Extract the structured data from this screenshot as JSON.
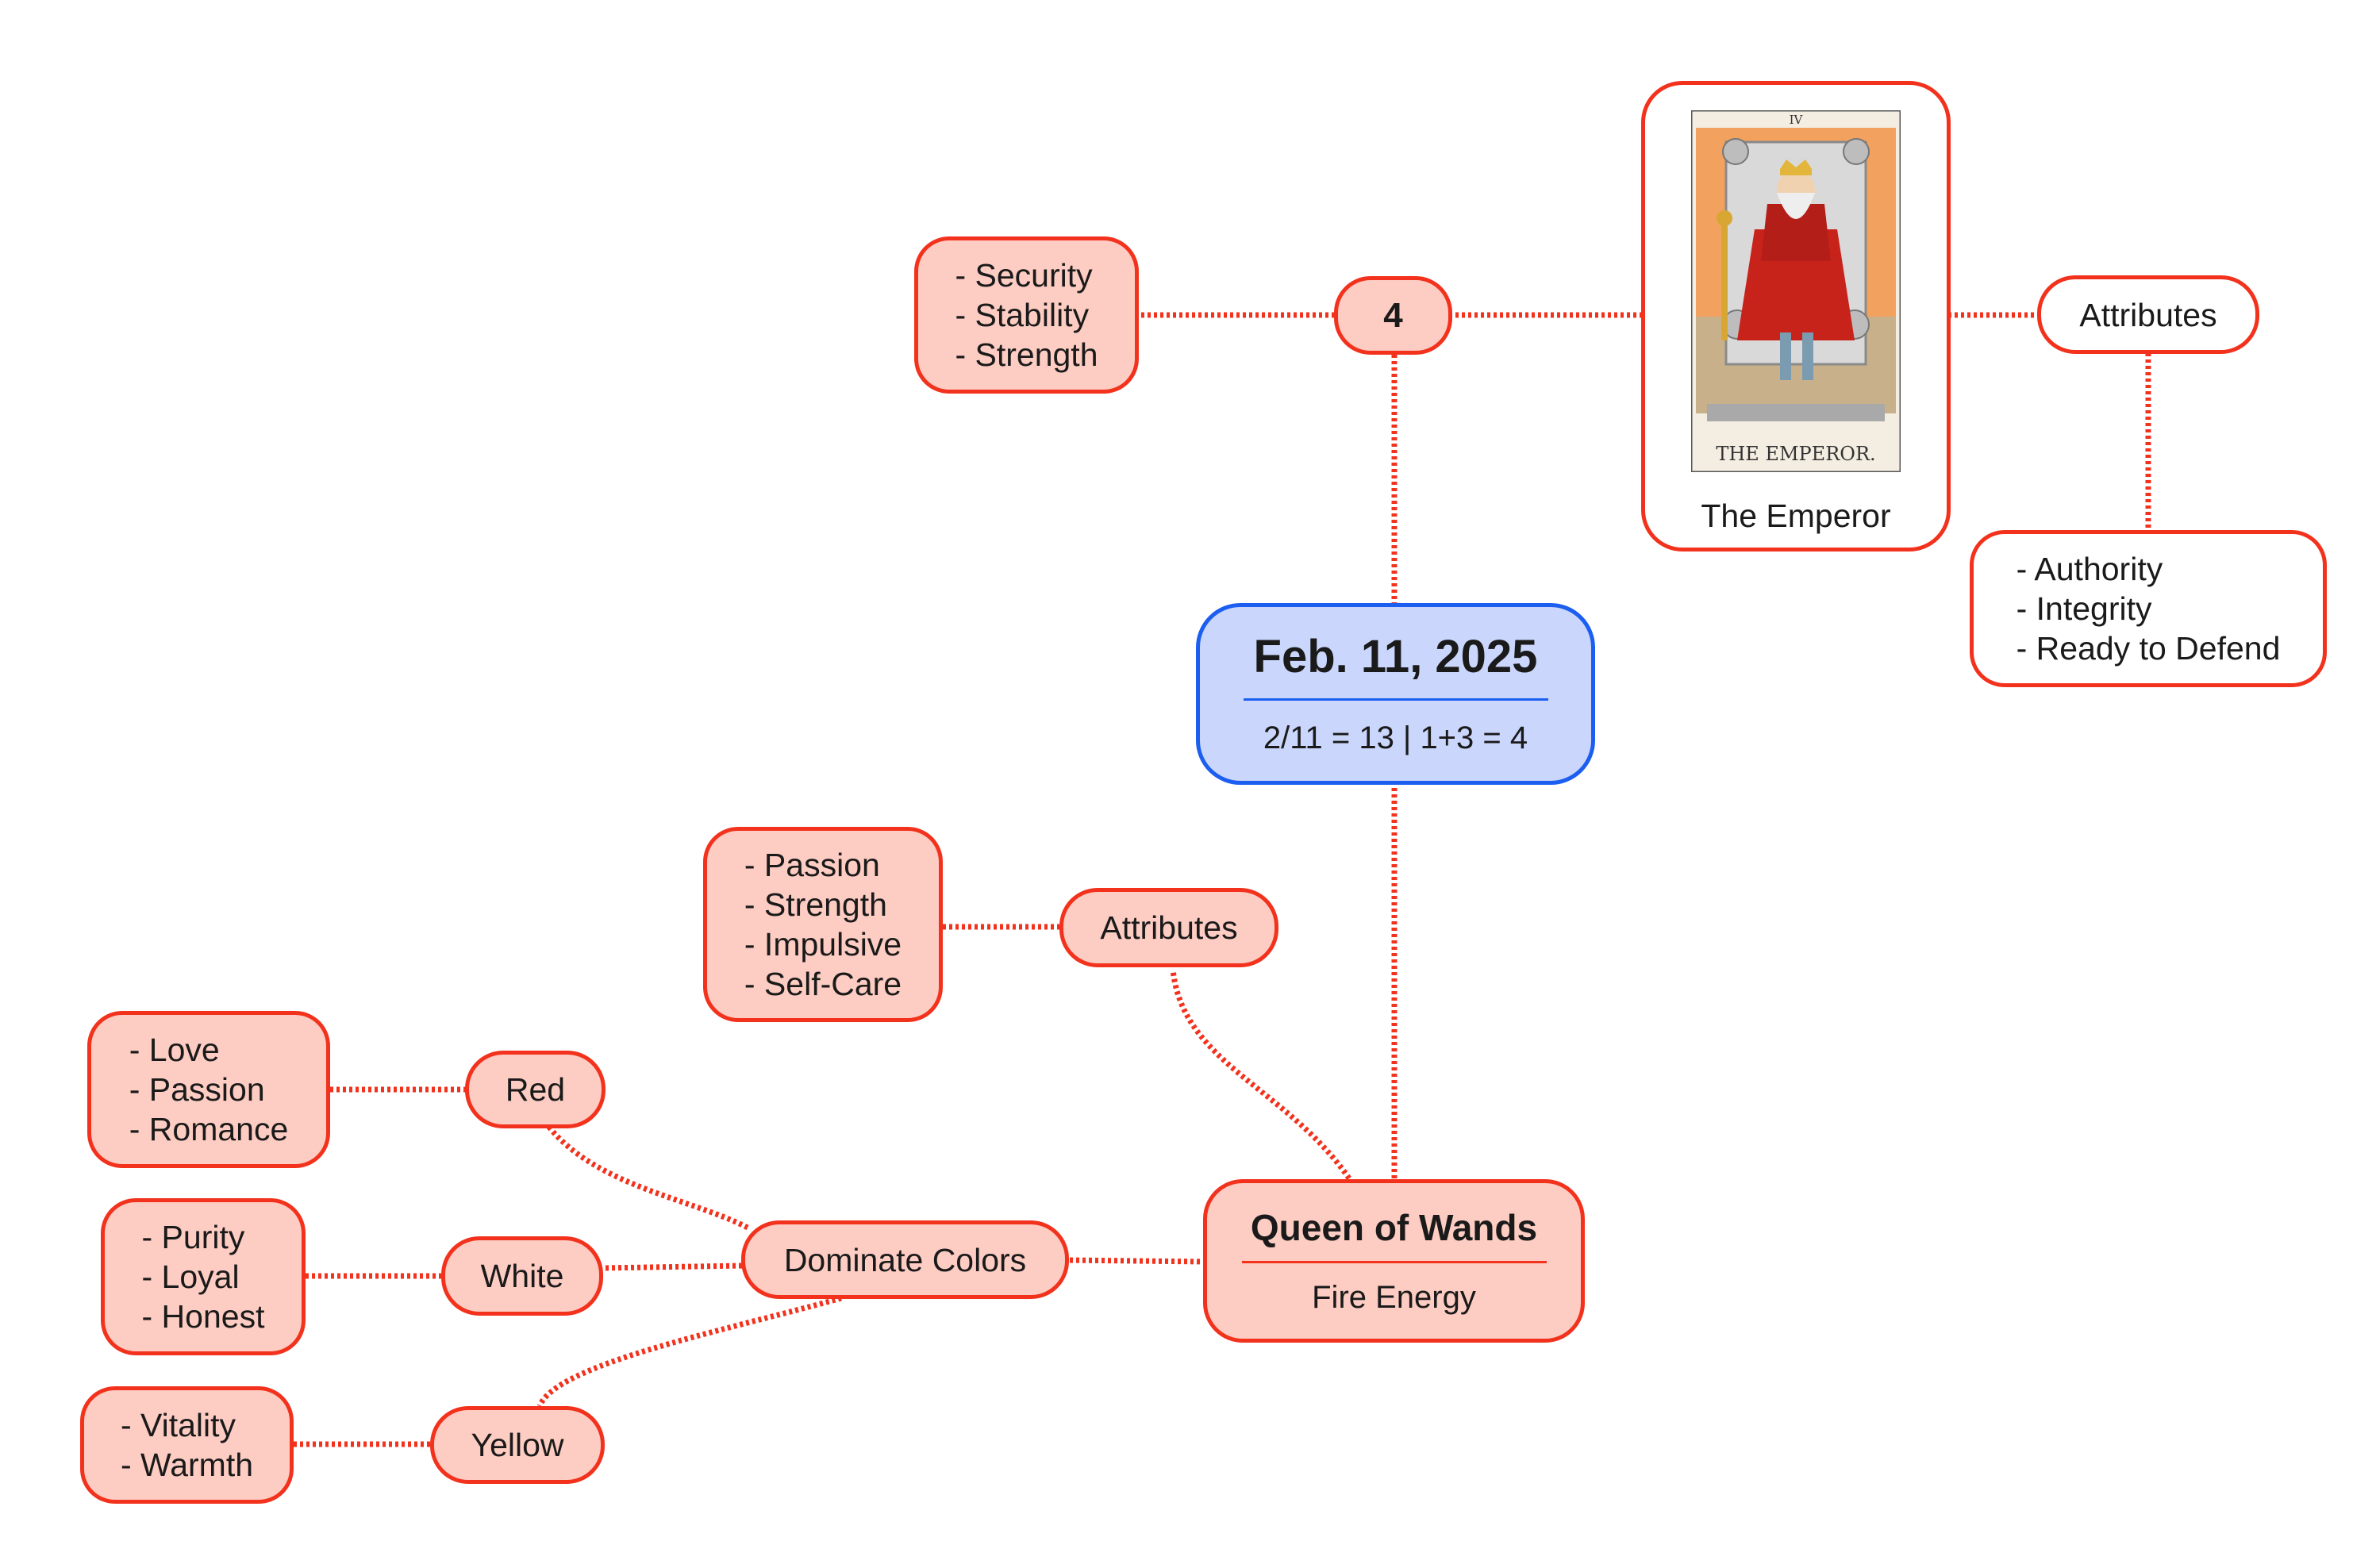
{
  "center": {
    "title": "Feb. 11, 2025",
    "subtitle": "2/11 = 13 | 1+3 = 4"
  },
  "number_node": {
    "label": "4"
  },
  "number_traits": {
    "text": "- Security\n- Stability\n- Strength"
  },
  "emperor_card": {
    "caption": "The Emperor",
    "numeral": "IV",
    "card_name": "THE EMPEROR."
  },
  "emperor_attributes": {
    "label": "Attributes",
    "text": "- Authority\n- Integrity\n- Ready to Defend"
  },
  "queen": {
    "title": "Queen of Wands",
    "subtitle": "Fire Energy"
  },
  "queen_attributes": {
    "label": "Attributes",
    "text": "- Passion\n- Strength\n- Impulsive\n- Self-Care"
  },
  "dominate_colors": {
    "label": "Dominate Colors"
  },
  "colors": [
    {
      "label": "Red",
      "text": "- Love\n- Passion\n- Romance"
    },
    {
      "label": "White",
      "text": "- Purity\n- Loyal\n- Honest"
    },
    {
      "label": "Yellow",
      "text": "- Vitality\n- Warmth"
    }
  ],
  "theme": {
    "line": "#f2321d",
    "node_fill": "#fdccc2",
    "center_fill": "#cad6fb",
    "center_border": "#1b5ef0"
  }
}
